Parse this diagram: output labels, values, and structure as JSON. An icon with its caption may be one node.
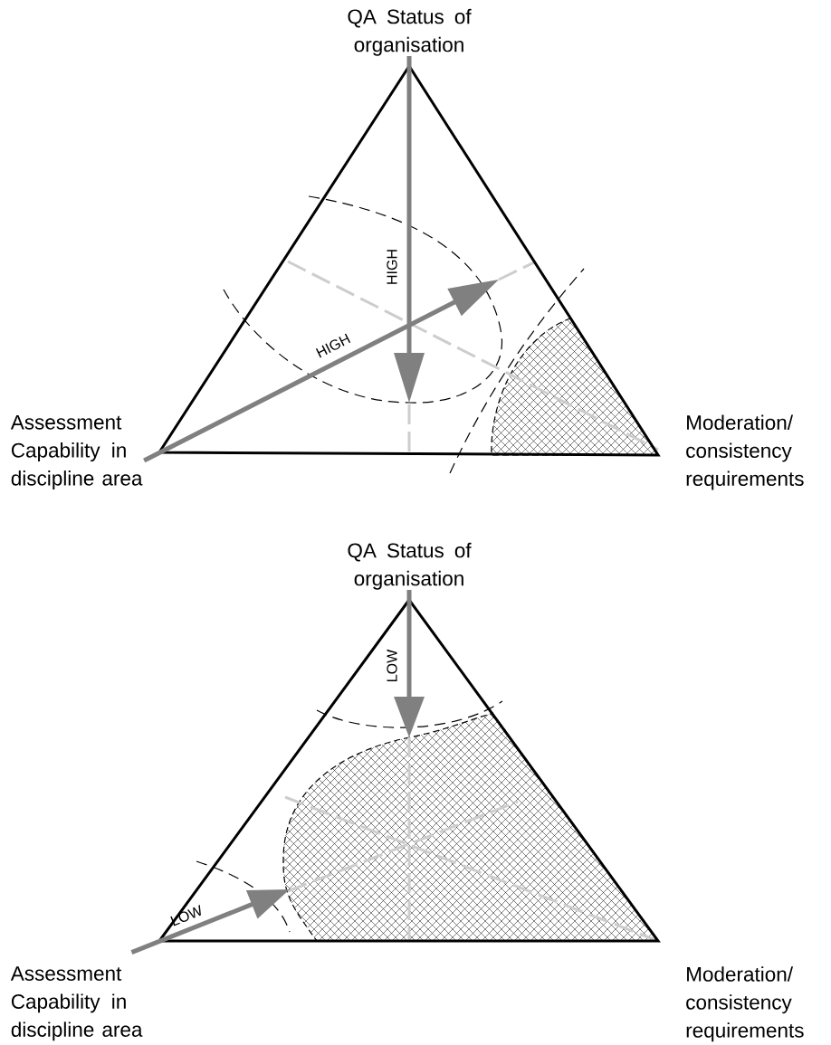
{
  "diagram": {
    "nodes": [
      {
        "text": [
          "QA Status of organisation"
        ]
      },
      {
        "text": [
          "Assessment Capability in discipline area"
        ]
      },
      {
        "text": [
          "Moderation/ consistency requirements"
        ]
      },
      {
        "text": [
          "QA Status of organisation"
        ]
      },
      {
        "text": [
          "Assessment Capability in discipline area"
        ]
      },
      {
        "text": [
          "Moderation/ consistency requirements"
        ]
      }
    ],
    "edges": [
      {
        "from": 0,
        "to": null,
        "arrow": "to",
        "label": "HIGH"
      },
      {
        "from": 1,
        "to": null,
        "arrow": "to",
        "label": "HIGH"
      },
      {
        "from": 3,
        "to": null,
        "arrow": "to",
        "label": "LOW"
      },
      {
        "from": 4,
        "to": null,
        "arrow": "to",
        "label": "LOW"
      }
    ]
  }
}
